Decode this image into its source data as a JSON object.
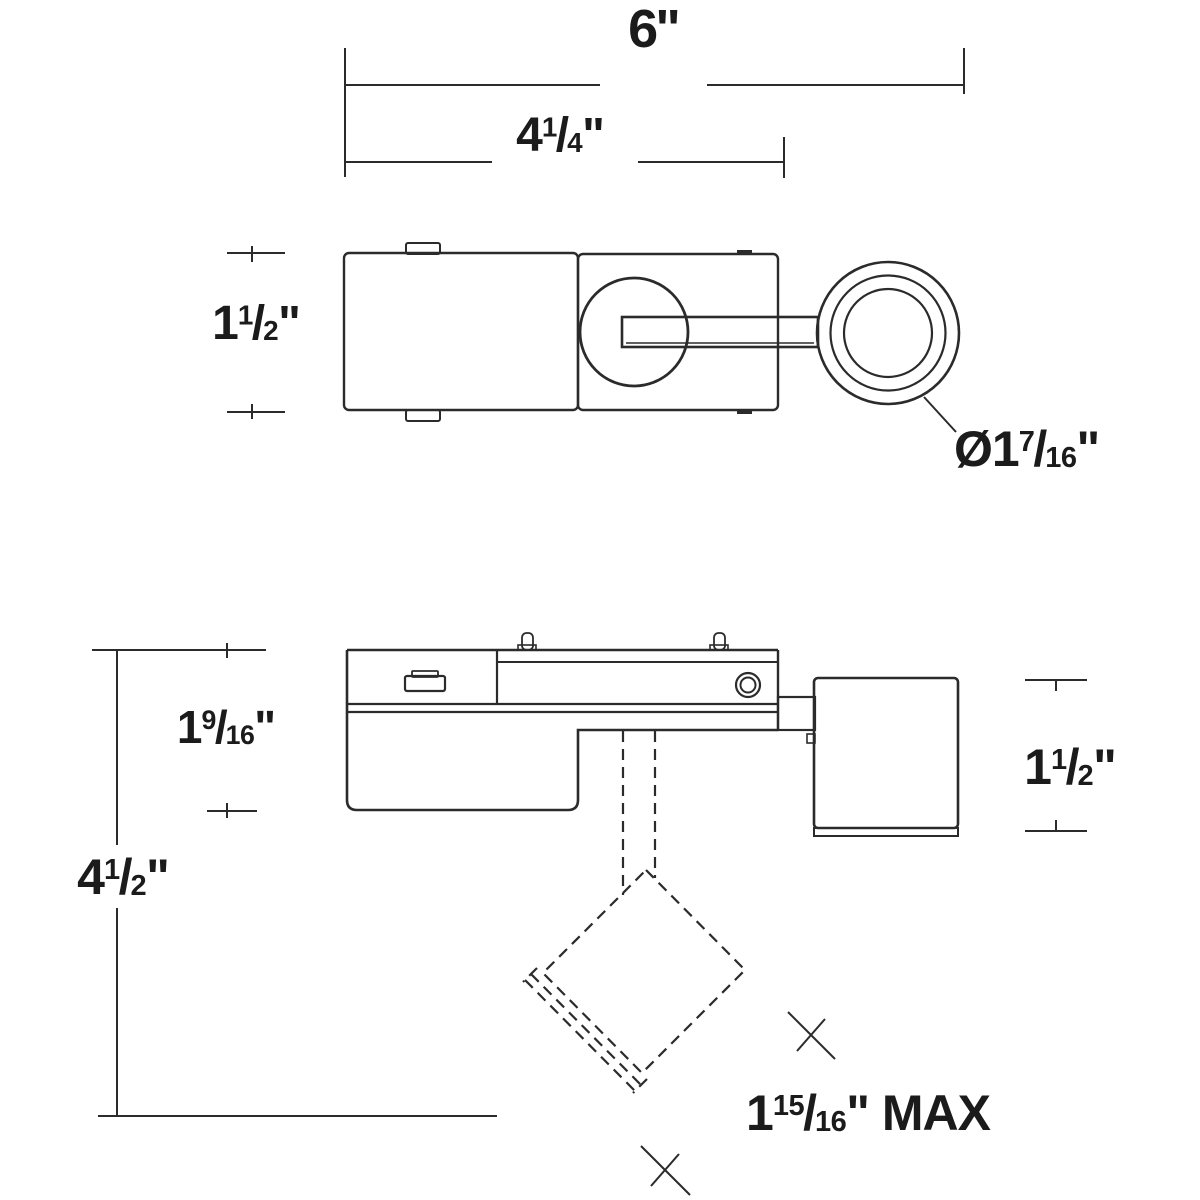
{
  "page": {
    "background": "#ffffff",
    "line_color": "#2b2b2b",
    "text_color": "#1b1b1b",
    "description_labels": {
      "top_view": "fixture-top-view",
      "side_view": "fixture-side-view"
    }
  },
  "dimensions": {
    "overall_width": {
      "int": "6",
      "unit": "\""
    },
    "body_width": {
      "int": "4",
      "sup": "1",
      "slash": "/",
      "sub": "4",
      "unit": "\""
    },
    "body_height": {
      "int": "1",
      "sup": "1",
      "slash": "/",
      "sub": "2",
      "unit": "\""
    },
    "trim_diameter": {
      "prefix": "Ø",
      "int": "1",
      "sup": "7",
      "slash": "/",
      "sub": "16",
      "unit": "\""
    },
    "recess_depth": {
      "int": "1",
      "sup": "9",
      "slash": "/",
      "sub": "16",
      "unit": "\""
    },
    "overall_height": {
      "int": "4",
      "sup": "1",
      "slash": "/",
      "sub": "2",
      "unit": "\""
    },
    "head_height": {
      "int": "1",
      "sup": "1",
      "slash": "/",
      "sub": "2",
      "unit": "\""
    },
    "max_extension": {
      "int": "1",
      "sup": "15",
      "slash": "/",
      "sub": "16",
      "unit": "\"",
      "suffix": " MAX"
    }
  }
}
